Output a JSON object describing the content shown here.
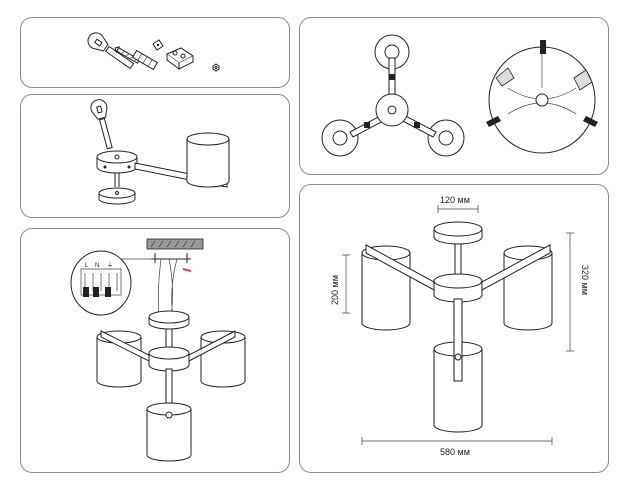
{
  "dimensions": {
    "top_width": "120 мм",
    "shade_height": "200 мм",
    "total_height": "320 мм",
    "total_width": "580 мм"
  },
  "wiring_labels": [
    "L",
    "N",
    "⏚"
  ],
  "colors": {
    "border": "#8c8c8c",
    "line": "#222222",
    "accent_red": "#d44444",
    "ceiling_fill": "#999999"
  }
}
